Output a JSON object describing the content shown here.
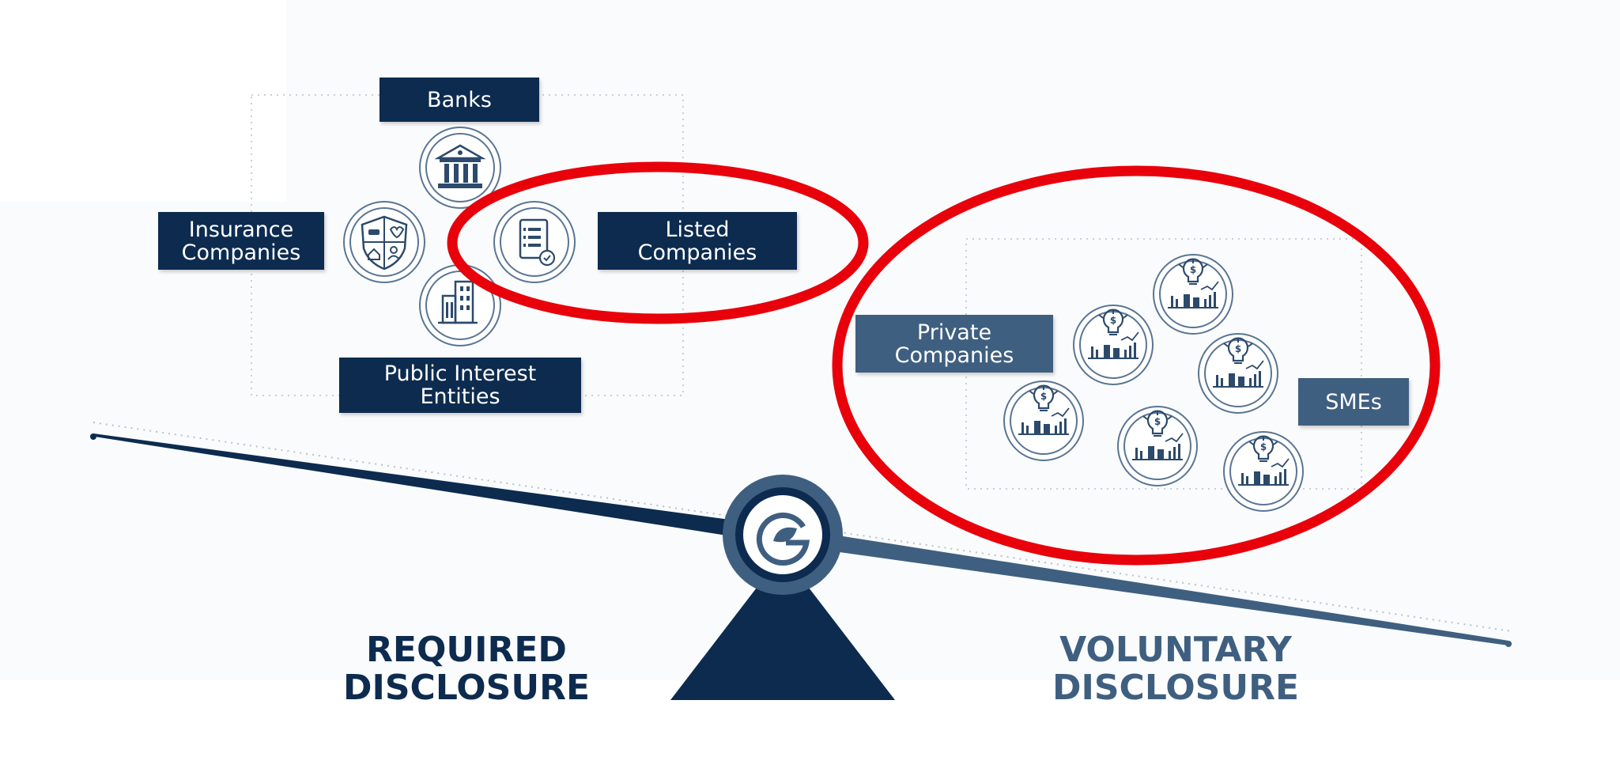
{
  "required_group": {
    "banks": "Banks",
    "insurance_line1": "Insurance",
    "insurance_line2": "Companies",
    "listed_line1": "Listed",
    "listed_line2": "Companies",
    "public_line1": "Public Interest",
    "public_line2": "Entities"
  },
  "voluntary_group": {
    "private_line1": "Private",
    "private_line2": "Companies",
    "smes": "SMEs"
  },
  "scale": {
    "required_line1": "REQUIRED",
    "required_line2": "DISCLOSURE",
    "voluntary_line1": "VOLUNTARY",
    "voluntary_line2": "DISCLOSURE"
  },
  "icons": {
    "bank": "bank-icon",
    "insurance": "insurance-shield-icon",
    "listed": "checklist-document-icon",
    "public": "office-building-icon",
    "startup": "lightbulb-growth-chart-icon",
    "logo": "leaf-g-logo-icon"
  },
  "colors": {
    "navy": "#0d2b4f",
    "slate_blue": "#3f5f80",
    "highlight_red": "#e8000b",
    "background": "#fafbfc"
  }
}
